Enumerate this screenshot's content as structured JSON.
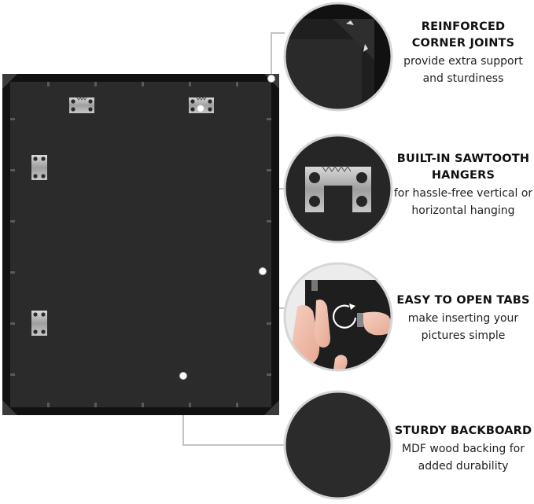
{
  "features": [
    {
      "title": "REINFORCED CORNER JOINTS",
      "description": "provide extra support and sturdiness",
      "icon": "corner-joint-detail"
    },
    {
      "title": "BUILT-IN SAWTOOTH HANGERS",
      "description": "for hassle-free vertical or horizontal hanging",
      "icon": "sawtooth-hanger-detail"
    },
    {
      "title": "EASY TO OPEN TABS",
      "description": "make inserting your pictures simple",
      "icon": "rotate-tab-detail"
    },
    {
      "title": "STURDY BACKBOARD",
      "description": "MDF wood backing for added durability",
      "icon": "backboard-detail"
    }
  ],
  "colors": {
    "frame": "#111111",
    "backboard": "#2b2b2b",
    "hardware": "#a6a6a6",
    "callout_line": "#c4c4c4"
  }
}
